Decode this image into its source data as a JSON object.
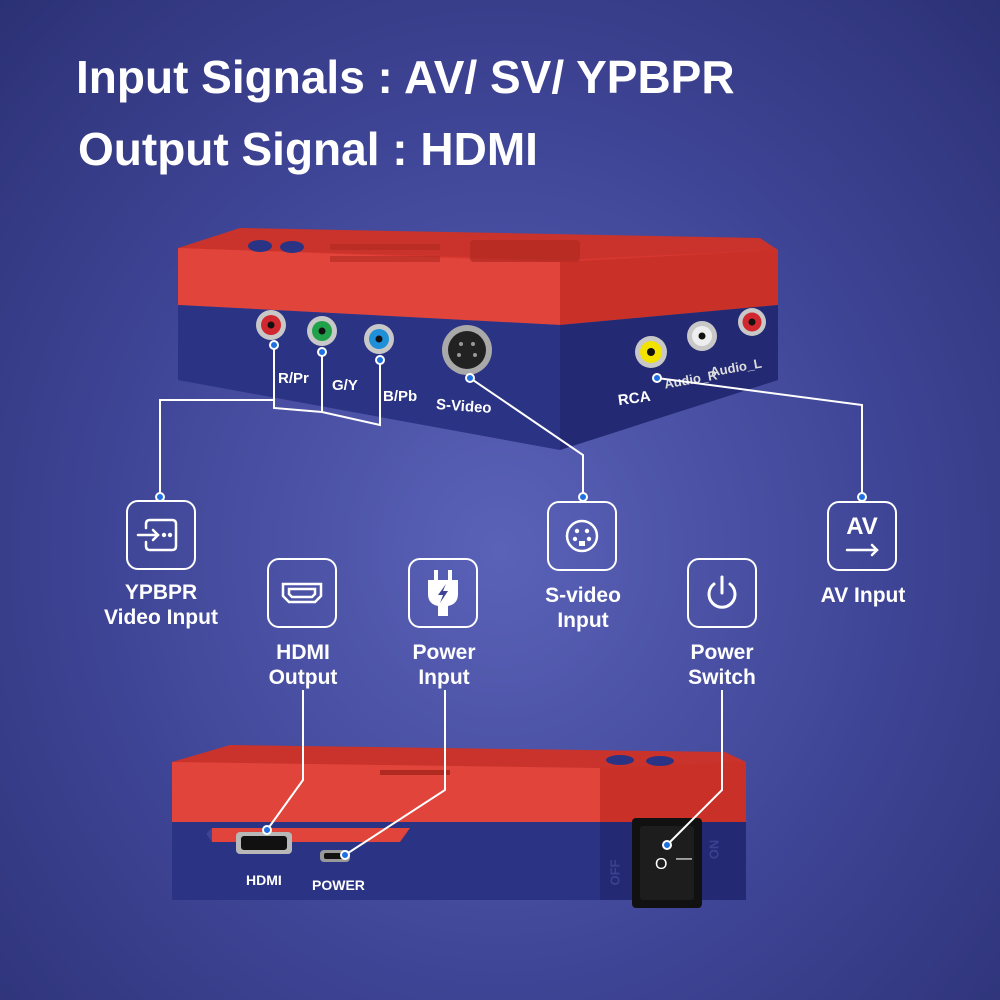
{
  "headline": {
    "line1": "Input Signals : AV/ SV/ YPBPR",
    "line2": "Output Signal : HDMI"
  },
  "device_top": {
    "ports": [
      "R/Pr",
      "G/Y",
      "B/Pb",
      "S-Video",
      "RCA",
      "Audio_R",
      "Audio_L"
    ]
  },
  "device_bottom": {
    "ports": [
      "HDMI",
      "POWER"
    ],
    "switch_labels": [
      "OFF",
      "ON"
    ],
    "switch_marks": [
      "O",
      "—"
    ]
  },
  "features": [
    {
      "icon": "ypbpr-icon",
      "line1": "YPBPR",
      "line2": "Video Input"
    },
    {
      "icon": "hdmi-icon",
      "line1": "HDMI",
      "line2": "Output"
    },
    {
      "icon": "power-plug-icon",
      "line1": "Power",
      "line2": "Input"
    },
    {
      "icon": "svideo-icon",
      "line1": "S-video",
      "line2": "Input"
    },
    {
      "icon": "power-button-icon",
      "line1": "Power",
      "line2": "Switch"
    },
    {
      "icon": "av-input-icon",
      "icon_text": "AV",
      "line1": "AV Input"
    }
  ],
  "colors": {
    "background": "#3f4596",
    "device_red": "#d8382f",
    "device_blue": "#2b3384",
    "text": "#ffffff"
  }
}
